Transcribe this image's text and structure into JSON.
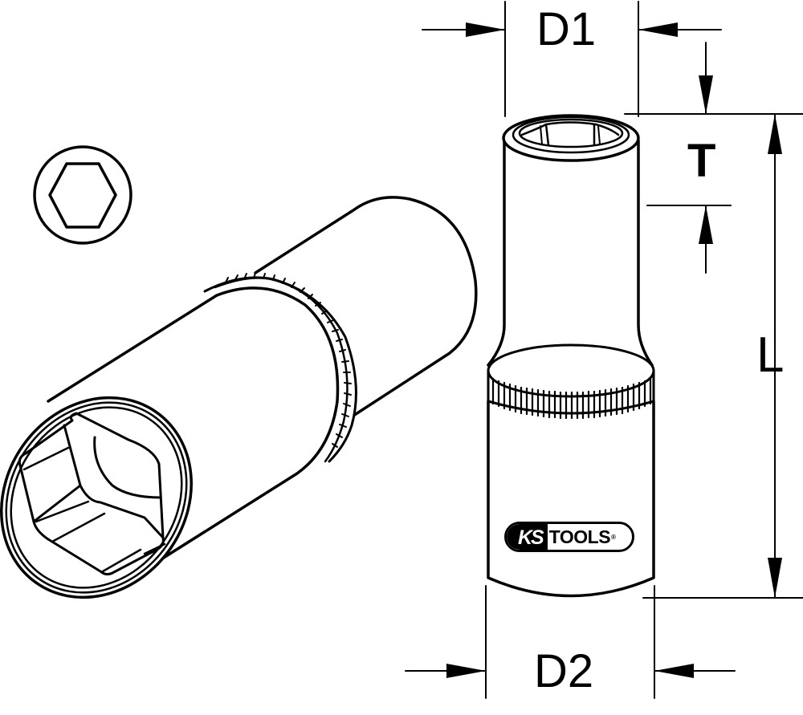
{
  "diagram": {
    "subject": "deep socket, hex drive",
    "colors": {
      "line": "#000000",
      "background": "#ffffff"
    },
    "dimensions": {
      "d1": {
        "label": "D1",
        "meaning": "outer diameter top"
      },
      "d2": {
        "label": "D2",
        "meaning": "outer diameter bottom"
      },
      "t": {
        "label": "T",
        "meaning": "socket depth"
      },
      "l": {
        "label": "L",
        "meaning": "overall length"
      }
    },
    "logo": {
      "brand_a": "KS",
      "brand_b": "TOOLS",
      "reg": "®"
    },
    "icons": {
      "profile_symbol": "hexagon-in-circle-icon"
    }
  }
}
